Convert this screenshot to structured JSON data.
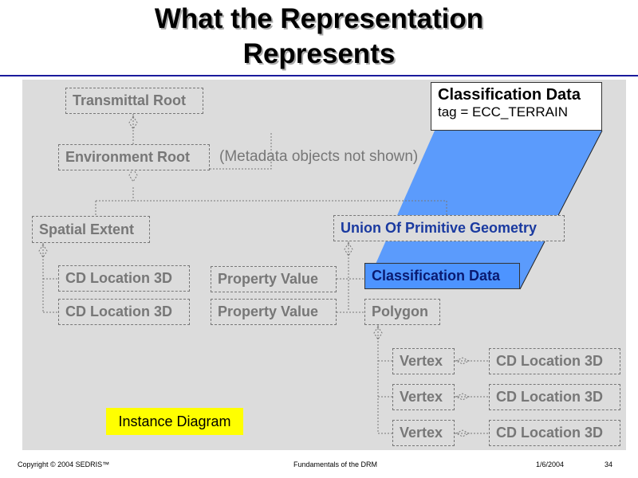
{
  "title": [
    "What the Representation",
    "Represents"
  ],
  "boxes": {
    "transmittal_root": "Transmittal Root",
    "environment_root": "Environment Root",
    "metadata_note": "(Metadata objects not shown)",
    "spatial_extent": "Spatial Extent",
    "union": "Union Of Primitive Geometry",
    "cd_location": "CD Location 3D",
    "property_value": "Property Value",
    "classification_data": "Classification Data",
    "polygon": "Polygon",
    "vertex": "Vertex"
  },
  "popup": {
    "heading": "Classification Data",
    "tag": "tag = ECC_TERRAIN"
  },
  "instance_label": "Instance Diagram",
  "footer": {
    "copyright": "Copyright © 2004 SEDRIS™",
    "course": "Fundamentals of the DRM",
    "date": "1/6/2004",
    "page": "34"
  },
  "colors": {
    "highlight": "#4d94ff",
    "rule": "#1a1a9c",
    "label_bg": "#ffff00"
  }
}
